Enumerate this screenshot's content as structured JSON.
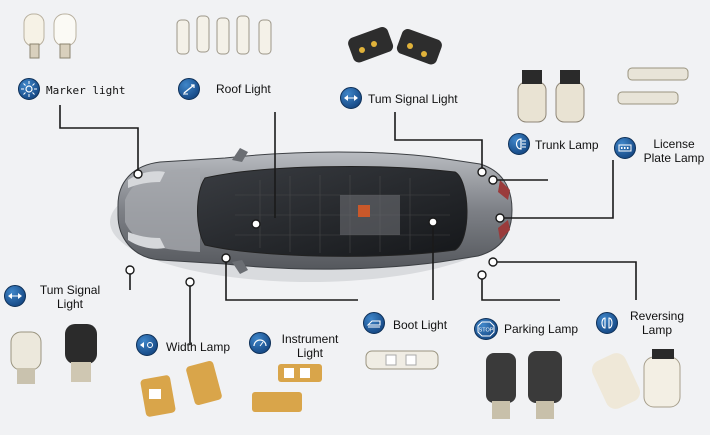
{
  "labels": {
    "marker_light": "Marker light",
    "roof_light": "Roof Light",
    "turn_signal_top": "Tum Signal Light",
    "trunk_lamp": "Trunk Lamp",
    "license_plate_lamp_1": "License",
    "license_plate_lamp_2": "Plate Lamp",
    "turn_signal_left_1": "Tum Signal",
    "turn_signal_left_2": "Light",
    "width_lamp": "Width Lamp",
    "instrument_light_1": "Instrument",
    "instrument_light_2": "Light",
    "boot_light": "Boot Light",
    "parking_lamp": "Parking Lamp",
    "reversing_lamp_1": "Reversing",
    "reversing_lamp_2": "Lamp"
  },
  "icons": {
    "marker": "sun-light-icon",
    "roof": "roof-light-icon",
    "turn_top": "turn-arrows-icon",
    "trunk": "headlamp-icon",
    "license": "license-plate-icon",
    "turn_left": "turn-arrows-icon",
    "width": "width-arrows-icon",
    "instrument": "dashboard-icon",
    "boot": "boot-icon",
    "parking": "stop-sign-icon",
    "reversing": "reverse-lamp-icon"
  },
  "parking_stop_text": "STOP",
  "colors": {
    "icon_blue": "#1f5fa3",
    "car_body": "#8a8d92",
    "line": "#1a1a1a"
  }
}
